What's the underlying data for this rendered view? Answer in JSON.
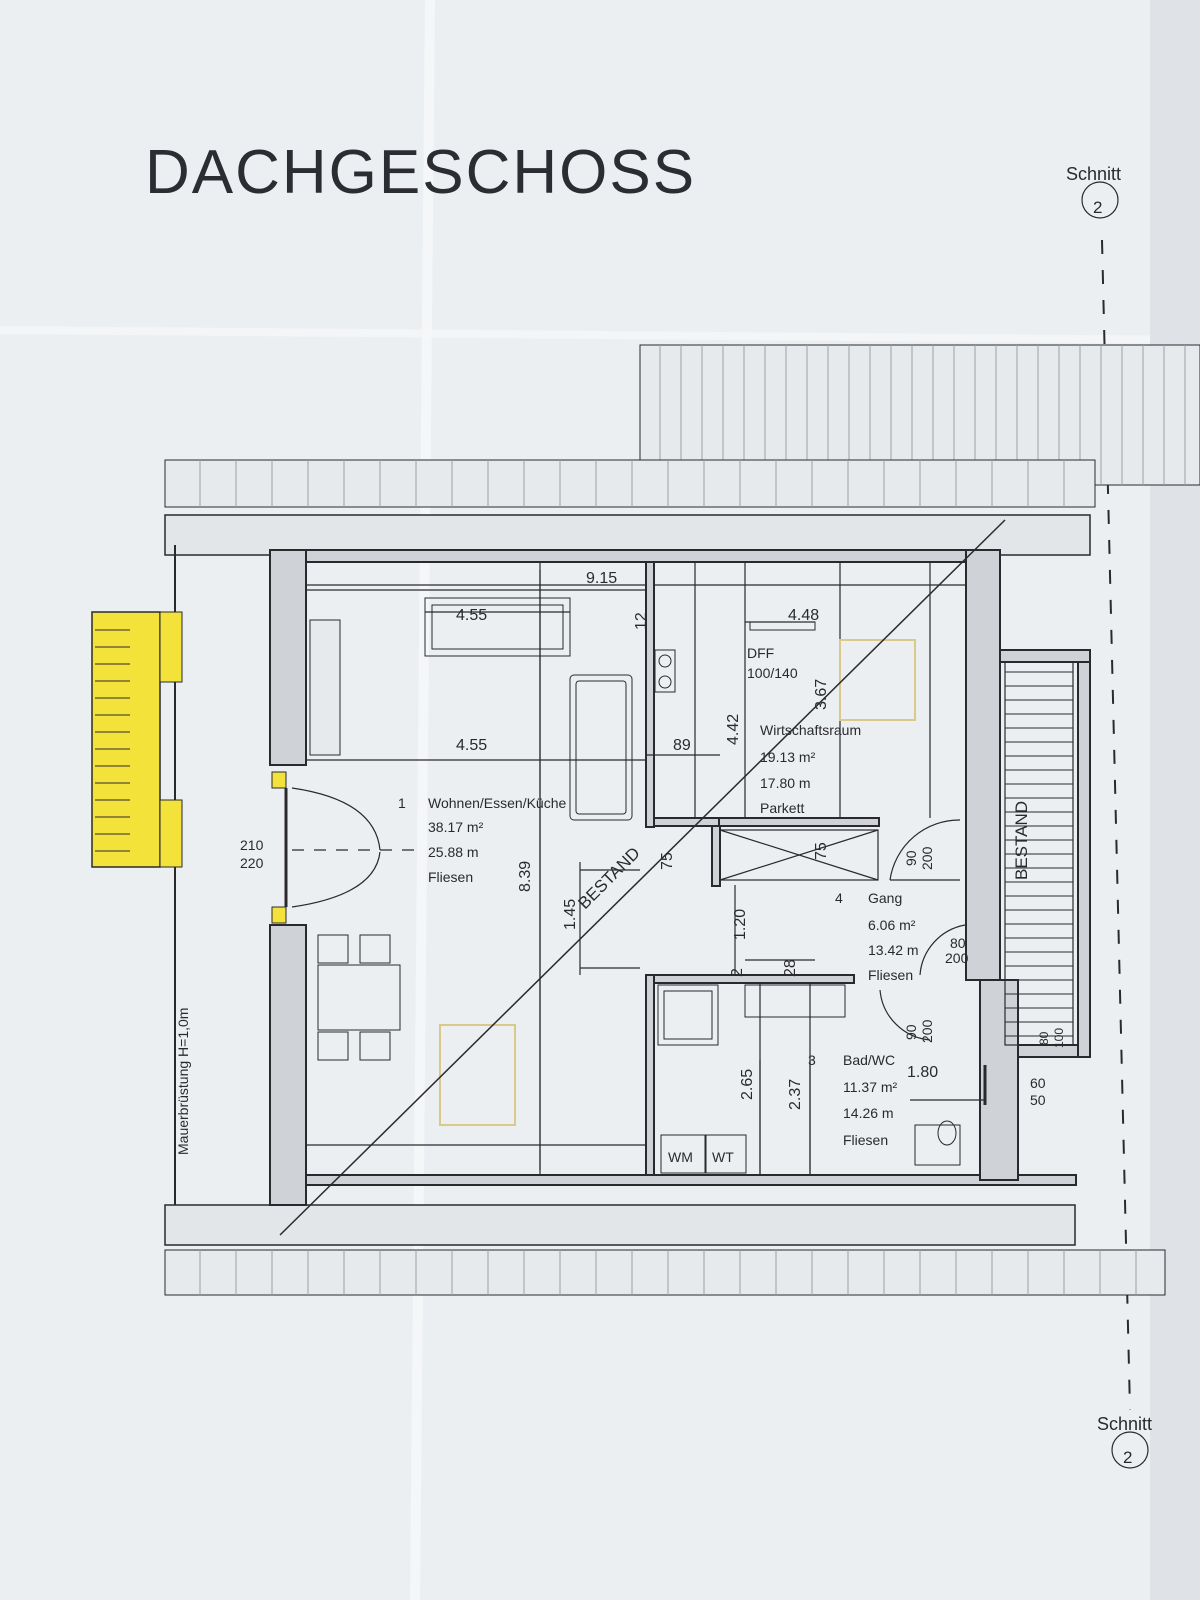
{
  "title": "DACHGESCHOSS",
  "section_marker": {
    "label": "Schnitt",
    "number": "2"
  },
  "rooms": [
    {
      "number": "1",
      "name": "Wohnen/Essen/Küche",
      "area": "38.17 m²",
      "perimeter": "25.88 m",
      "floor": "Fliesen"
    },
    {
      "number": "",
      "name": "Wirtschaftsraum",
      "area": "19.13 m²",
      "perimeter": "17.80 m",
      "floor": "Parkett"
    },
    {
      "number": "4",
      "name": "Gang",
      "area": "6.06 m²",
      "perimeter": "13.42 m",
      "floor": "Fliesen"
    },
    {
      "number": "3",
      "name": "Bad/WC",
      "area": "11.37 m²",
      "perimeter": "14.26 m",
      "floor": "Fliesen"
    }
  ],
  "window": {
    "line1": "DFF",
    "line2": "100/140"
  },
  "appliances": {
    "wm": "WM",
    "wt": "WT"
  },
  "parapet_note": "Mauerbrüstung H=1,0m",
  "bestand": "BESTAND",
  "dimensions": {
    "d915": "9.15",
    "d455a": "4.55",
    "d455b": "4.55",
    "d448": "4.48",
    "d12": "12",
    "d89": "89",
    "d442": "4.42",
    "d367": "3.67",
    "d839": "8.39",
    "d145": "1.45",
    "d75a": "75",
    "d75b": "75",
    "d120": "1.20",
    "d265": "2.65",
    "d237": "2.37",
    "d180": "1.80",
    "d2": "2",
    "d28": "28",
    "door_a_top": "210",
    "door_a_bot": "220",
    "door_b_top": "90",
    "door_b_bot": "200",
    "door_c_top": "80",
    "door_c_bot": "200",
    "door_d_top": "90",
    "door_d_bot": "200",
    "win_e_top": "60",
    "win_e_bot": "50",
    "win_f_top": "80",
    "win_f_bot": "100"
  }
}
